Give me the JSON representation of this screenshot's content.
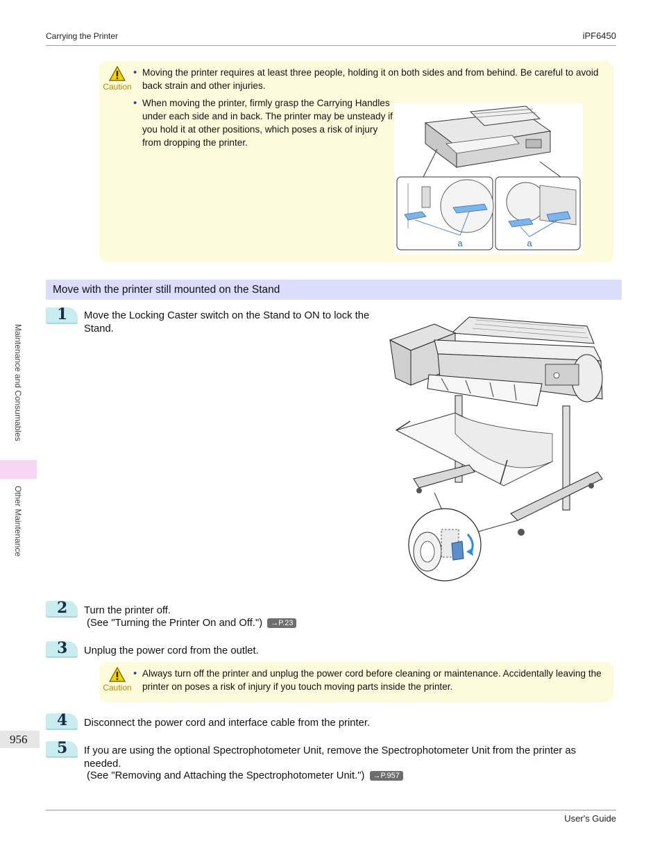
{
  "header": {
    "section": "Carrying the Printer",
    "model": "iPF6450"
  },
  "caution1": {
    "label": "Caution",
    "bullets": [
      "Moving the printer requires at least three people, holding it on both sides and from behind. Be careful to avoid back strain and other injuries.",
      "When moving the printer, firmly grasp the Carrying Handles under each side and in back. The printer may be unsteady if you hold it at other positions, which poses a risk of injury from dropping the printer."
    ],
    "figure_labels": [
      "a",
      "a"
    ]
  },
  "section": {
    "title": "Move with the printer still mounted on the Stand"
  },
  "steps": [
    {
      "num": "1",
      "text": "Move the Locking Caster switch on the Stand to ON to lock the Stand."
    },
    {
      "num": "2",
      "text": "Turn the printer off.",
      "ref_text": "(See \"Turning the Printer On and Off.\")",
      "ref_badge": "→P.23"
    },
    {
      "num": "3",
      "text": "Unplug the power cord from the outlet."
    },
    {
      "num": "4",
      "text": "Disconnect the power cord and interface cable from the printer."
    },
    {
      "num": "5",
      "text": "If you are using the optional Spectrophotometer Unit, remove the Spectrophotometer Unit from the printer as needed.",
      "ref_text": "(See \"Removing and Attaching the Spectrophotometer Unit.\")",
      "ref_badge": "→P.957"
    }
  ],
  "caution2": {
    "label": "Caution",
    "bullets": [
      "Always turn off the printer and unplug the power cord before cleaning or maintenance. Accidentally leaving the printer on poses a risk of injury if you touch moving parts inside the printer."
    ]
  },
  "sidebar": {
    "chapter": "Maintenance and Consumables",
    "subchapter": "Other Maintenance"
  },
  "page_number": "956",
  "footer": {
    "guide": "User's Guide"
  },
  "colors": {
    "caution_bg": "#fdfbdc",
    "section_bar": "#dcdcfc",
    "step_badge": "#c9ecf0",
    "side_tab": "#f6d6f4",
    "highlight_blue": "#7fb4e8"
  }
}
